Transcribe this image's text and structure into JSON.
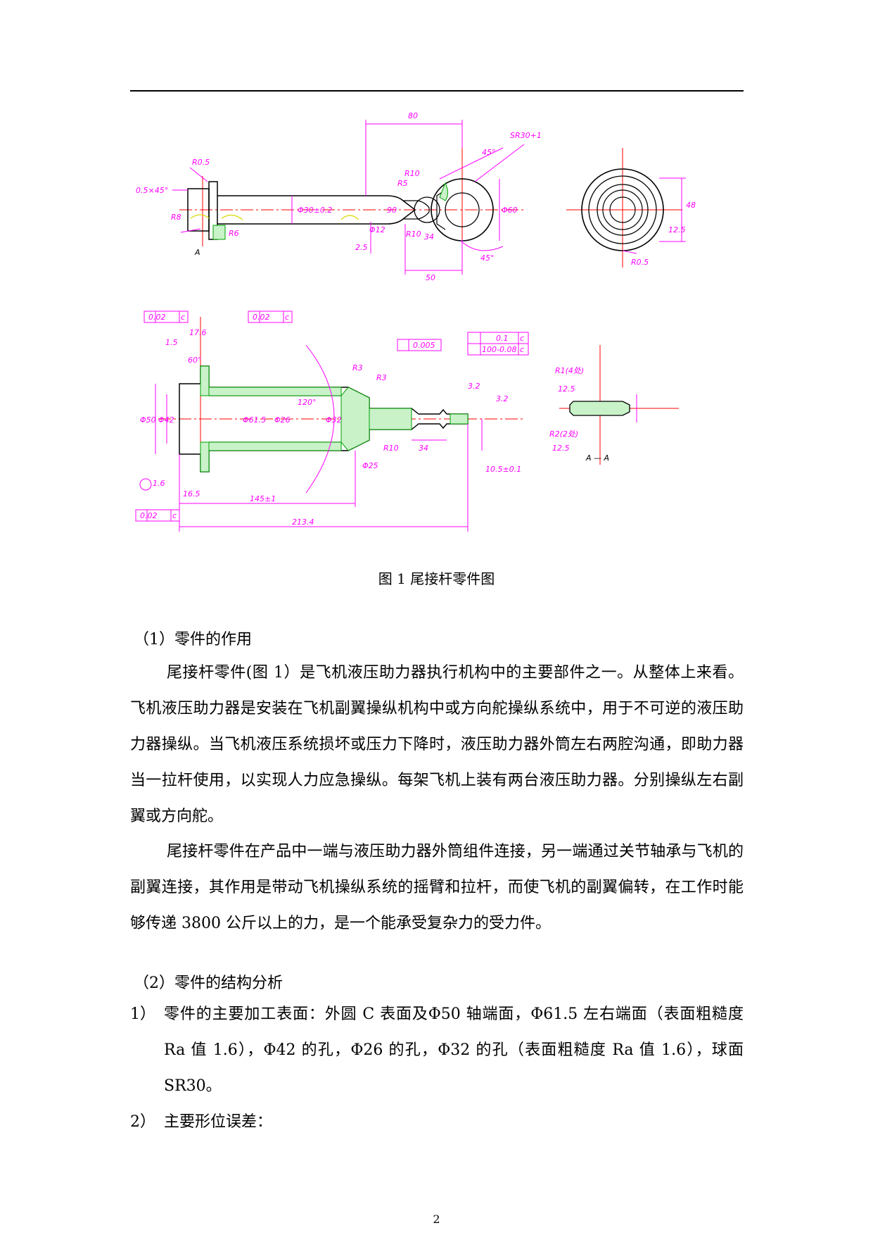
{
  "figure": {
    "caption": "图 1  尾接杆零件图",
    "colors": {
      "outline": "#000000",
      "dimension": "#ff00ff",
      "centerline": "#ff0000",
      "hatch": "#00a000",
      "hatch_yellow": "#d8d800"
    },
    "top_view_labels": [
      "80",
      "SR30+1",
      "45°",
      "R0.5",
      "0.5×45°",
      "R8",
      "R6",
      "A",
      "R10",
      "R5",
      "90",
      "Φ30±0.2",
      "Φ60",
      "50",
      "45°",
      "2.5",
      "Φ12",
      "R10",
      "34"
    ],
    "side_view_labels": [
      "R0.5",
      "48",
      "12.5"
    ],
    "section_view_labels": [
      "0.02",
      "c",
      "17.6",
      "0.02",
      "c",
      "60°",
      "1.5",
      "Φ50",
      "Φ42",
      "Φ61.5",
      "Φ26",
      "Φ32",
      "120°",
      "R3",
      "R3",
      "R10",
      "0.005",
      "0.1",
      "c",
      "100-0.08",
      "c",
      "Φ25",
      "34",
      "3.2",
      "3.2",
      "10.5±0.1",
      "1.6",
      "16.5",
      "145±1",
      "213.4",
      "0.02",
      "c"
    ],
    "detail_view_labels": [
      "R1(4处)",
      "12.5",
      "R2(2处)",
      "12.5",
      "A — A"
    ]
  },
  "section1": {
    "heading": "（1）零件的作用",
    "paragraphs": [
      "尾接杆零件(图 1）是飞机液压助力器执行机构中的主要部件之一。从整体上来看。飞机液压助力器是安装在飞机副翼操纵机构中或方向舵操纵系统中，用于不可逆的液压助力器操纵。当飞机液压系统损坏或压力下降时，液压助力器外筒左右两腔沟通，即助力器当一拉杆使用，以实现人力应急操纵。每架飞机上装有两台液压助力器。分别操纵左右副翼或方向舵。",
      "尾接杆零件在产品中一端与液压助力器外筒组件连接，另一端通过关节轴承与飞机的副翼连接，其作用是带动飞机操纵系统的摇臂和拉杆，而使飞机的副翼偏转，在工作时能够传递 3800 公斤以上的力，是一个能承受复杂力的受力件。"
    ]
  },
  "section2": {
    "heading": "（2）零件的结构分析",
    "items": [
      {
        "num": "1）",
        "text": "零件的主要加工表面：外圆 C 表面及Φ50 轴端面，Φ61.5 左右端面（表面粗糙度 Ra 值 1.6），Φ42 的孔，Φ26 的孔，Φ32 的孔（表面粗糙度 Ra 值 1.6），球面 SR30。"
      },
      {
        "num": "2）",
        "text": "主要形位误差："
      }
    ]
  },
  "page_number": "2"
}
